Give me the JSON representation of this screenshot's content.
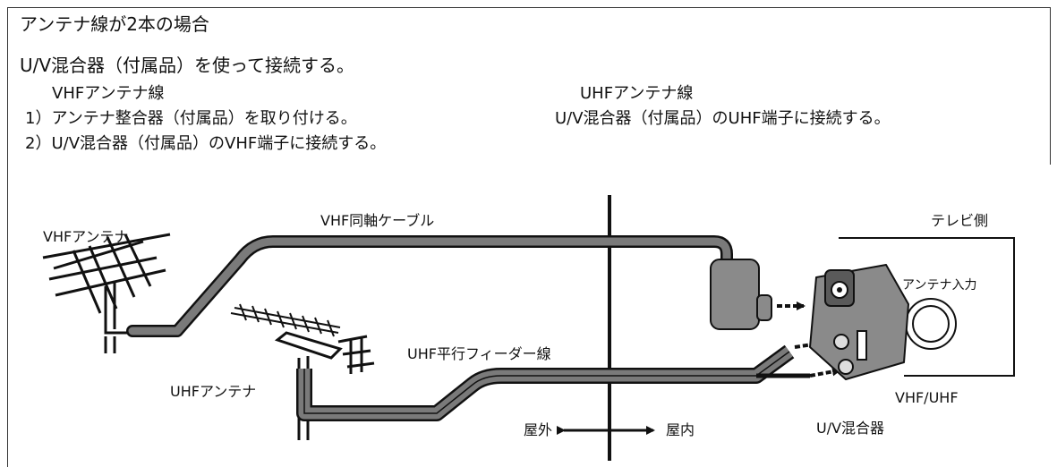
{
  "header": {
    "title": "アンテナ線が2本の場合",
    "subtitle": "U/V混合器（付属品）を使って接続する。"
  },
  "vhf_instructions": {
    "heading": "VHFアンテナ線",
    "step1": "1）アンテナ整合器（付属品）を取り付ける。",
    "step2": "2）U/V混合器（付属品）のVHF端子に接続する。"
  },
  "uhf_instructions": {
    "heading": "UHFアンテナ線",
    "step1": "U/V混合器（付属品）のUHF端子に接続する。"
  },
  "diagram_labels": {
    "vhf_antenna": "VHFアンテナ",
    "vhf_coax": "VHF同軸ケーブル",
    "tv_side": "テレビ側",
    "antenna_input": "アンテナ入力",
    "uhf_feeder": "UHF平行フィーダー線",
    "uhf_antenna": "UHFアンテナ",
    "vhf_uhf": "VHF/UHF",
    "mixer": "U/V混合器",
    "outdoor": "屋外",
    "indoor": "屋内"
  },
  "colors": {
    "cable_fill": "#7a7a7a",
    "device_fill": "#8a8a8a",
    "line": "#111111",
    "background": "#ffffff"
  }
}
